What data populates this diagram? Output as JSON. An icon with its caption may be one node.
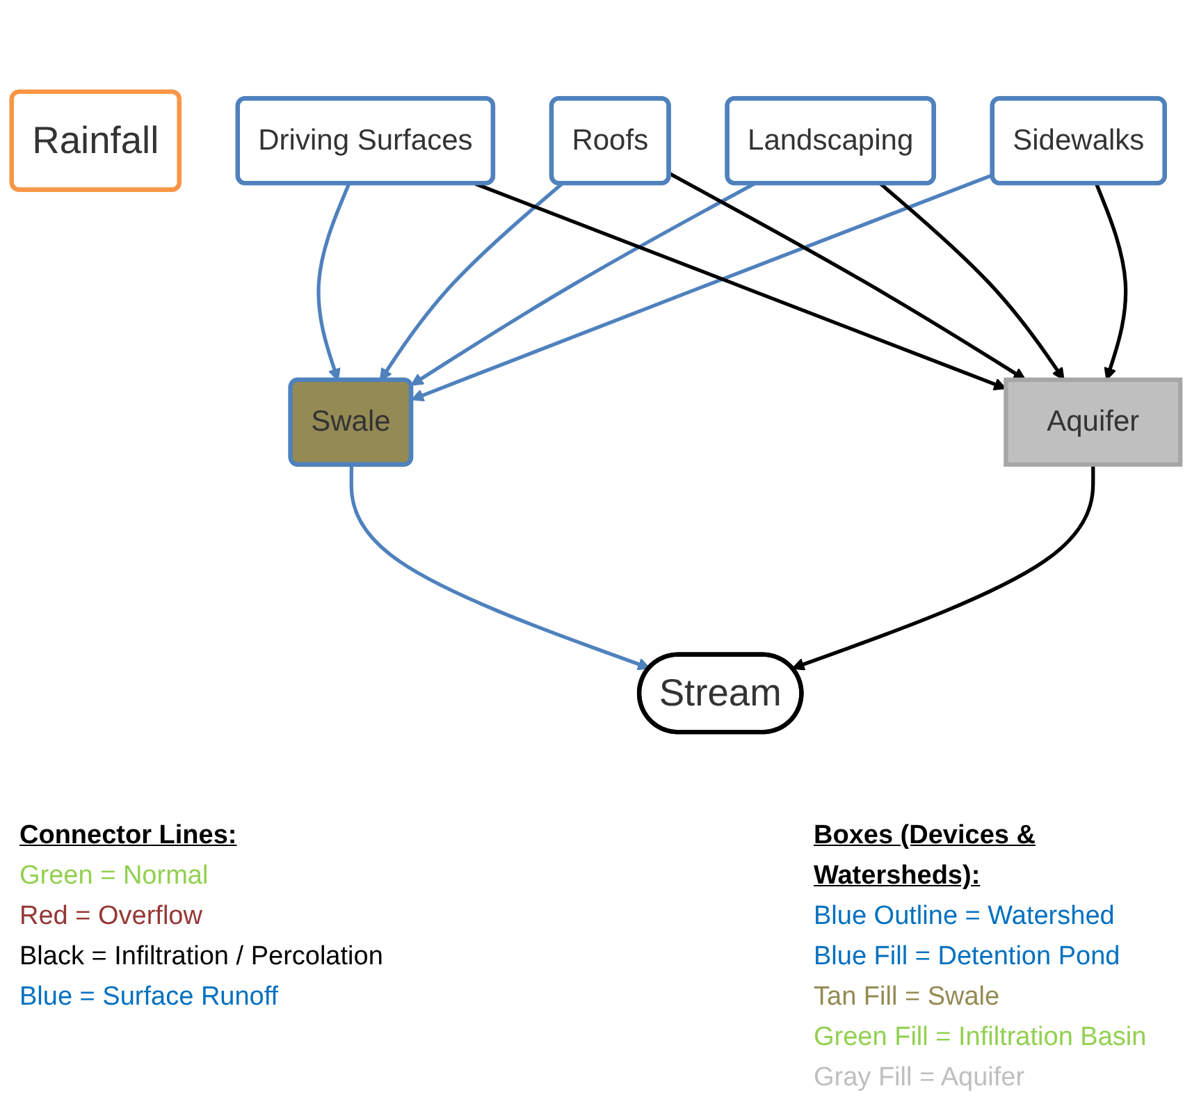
{
  "diagram": {
    "nodes": [
      {
        "text": [
          "Rainfall"
        ]
      },
      {
        "text": [
          "Driving Surfaces"
        ]
      },
      {
        "text": [
          "Roofs"
        ]
      },
      {
        "text": [
          "Landscaping"
        ]
      },
      {
        "text": [
          "Sidewalks"
        ]
      },
      {
        "text": [
          "Swale"
        ]
      },
      {
        "text": [
          "Aquifer"
        ]
      },
      {
        "text": [
          "Stream"
        ]
      }
    ],
    "edges": [
      {
        "from": 1,
        "to": 5,
        "arrow": "to",
        "color": "#4f81bd"
      },
      {
        "from": 2,
        "to": 5,
        "arrow": "to",
        "color": "#4f81bd"
      },
      {
        "from": 3,
        "to": 5,
        "arrow": "to",
        "color": "#4f81bd"
      },
      {
        "from": 4,
        "to": 5,
        "arrow": "to",
        "color": "#4f81bd"
      },
      {
        "from": 1,
        "to": 6,
        "arrow": "to",
        "color": "#000000"
      },
      {
        "from": 2,
        "to": 6,
        "arrow": "to",
        "color": "#000000"
      },
      {
        "from": 3,
        "to": 6,
        "arrow": "to",
        "color": "#000000"
      },
      {
        "from": 4,
        "to": 6,
        "arrow": "to",
        "color": "#000000"
      },
      {
        "from": 5,
        "to": 7,
        "arrow": "to",
        "color": "#4f81bd"
      },
      {
        "from": 6,
        "to": 7,
        "arrow": "to",
        "color": "#000000"
      }
    ],
    "labels": [
      "Connector Lines:",
      "Boxes (Devices & Watersheds):"
    ],
    "legend": [
      {
        "text": "Green = Normal",
        "color": "#92d050"
      },
      {
        "text": "Red = Overflow",
        "color": "#953735"
      },
      {
        "text": "Black = Infiltration / Percolation",
        "color": "#000000"
      },
      {
        "text": "Blue = Surface Runoff",
        "color": "#0070c0"
      },
      {
        "text": "Blue Outline = Watershed",
        "color": "#0070c0"
      },
      {
        "text": "Blue Fill = Detention Pond",
        "color": "#0070c0"
      },
      {
        "text": "Tan Fill = Swale",
        "color": "#948a54"
      },
      {
        "text": "Green Fill = Infiltration Basin",
        "color": "#92d050"
      },
      {
        "text": "Gray Fill = Aquifer",
        "color": "#bfbfbf"
      }
    ]
  }
}
